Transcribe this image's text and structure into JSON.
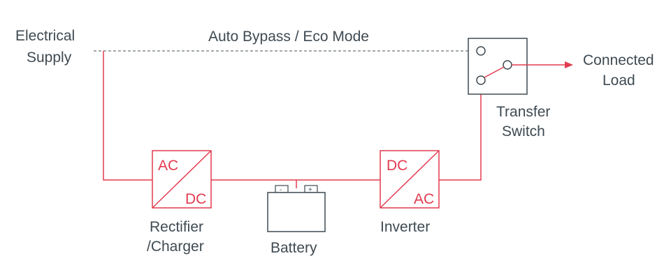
{
  "labels": {
    "supply_line1": "Electrical",
    "supply_line2": "Supply",
    "bypass": "Auto Bypass / Eco Mode",
    "load_line1": "Connected",
    "load_line2": "Load",
    "switch_line1": "Transfer",
    "switch_line2": "Switch",
    "rectifier_line1": "Rectifier",
    "rectifier_line2": "/Charger",
    "battery": "Battery",
    "inverter": "Inverter"
  },
  "rectifier_box": {
    "top": "AC",
    "bottom": "DC"
  },
  "inverter_box": {
    "top": "DC",
    "bottom": "AC"
  },
  "battery_terminals": {
    "negative": "-",
    "positive": "+"
  },
  "colors": {
    "accent": "#e23b4f",
    "line": "#3f4a52"
  }
}
